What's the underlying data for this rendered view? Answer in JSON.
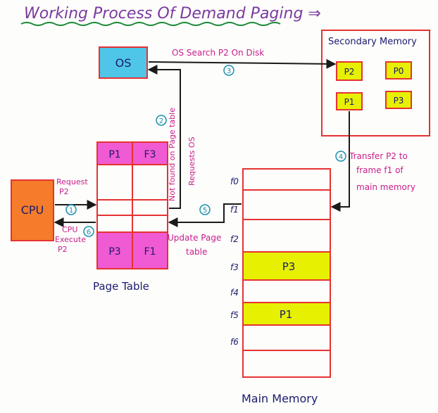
{
  "title": "Working Process Of Demand Paging ⇒",
  "os": {
    "label": "OS"
  },
  "cpu": {
    "label": "CPU"
  },
  "secondary_memory": {
    "title": "Secondary Memory",
    "pages": [
      "P2",
      "P0",
      "P1",
      "P3"
    ]
  },
  "page_table": {
    "caption": "Page Table",
    "rows": [
      {
        "page": "P1",
        "frame": "F3"
      },
      {
        "page": "",
        "frame": ""
      },
      {
        "page": "",
        "frame": ""
      },
      {
        "page": "",
        "frame": ""
      },
      {
        "page": "P3",
        "frame": "F1"
      }
    ]
  },
  "main_memory": {
    "caption": "Main Memory",
    "frames": [
      {
        "label": "f0",
        "content": ""
      },
      {
        "label": "f1",
        "content": ""
      },
      {
        "label": "f2",
        "content": ""
      },
      {
        "label": "f3",
        "content": "P3"
      },
      {
        "label": "f4",
        "content": ""
      },
      {
        "label": "f5",
        "content": "P1"
      },
      {
        "label": "f6",
        "content": ""
      }
    ]
  },
  "steps": [
    {
      "num": "1",
      "text": "Request P2"
    },
    {
      "num": "2",
      "text": "Not found on Page table Requests OS"
    },
    {
      "num": "3",
      "text": "OS Search P2 On Disk"
    },
    {
      "num": "4",
      "text": "Transfer P2 to frame f1 of main memory"
    },
    {
      "num": "5",
      "text": "Update Page table"
    },
    {
      "num": "6",
      "text": "CPU Execute P2"
    }
  ],
  "colors": {
    "red": "#e63232",
    "navy": "#1a1a6e",
    "magenta": "#c81e8c",
    "cyan": "#4fc6e8",
    "orange": "#f57c2a",
    "pink": "#f05ad2",
    "yellow": "#e6f000",
    "green": "#1a8a3a",
    "purple": "#7a3aa0",
    "teal": "#1a8fb0"
  }
}
